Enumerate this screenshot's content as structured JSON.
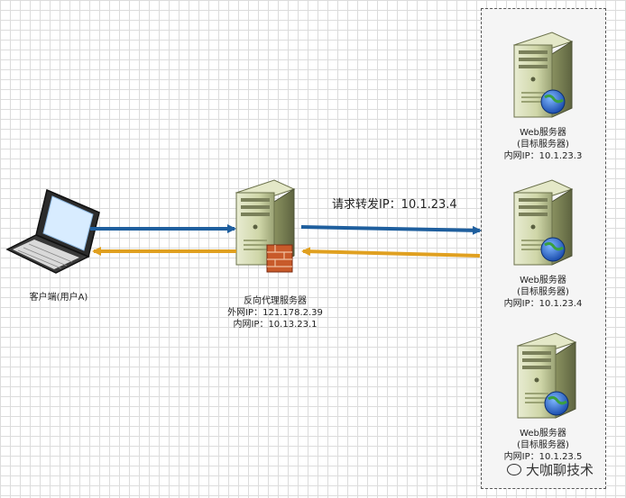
{
  "client": {
    "label": "客户端(用户A)"
  },
  "proxy": {
    "title": "反向代理服务器",
    "external_ip": "外网IP：121.178.2.39",
    "internal_ip": "内网IP：10.13.23.1"
  },
  "forward_label": "请求转发IP：10.1.23.4",
  "web_servers": [
    {
      "title": "Web服务器",
      "subtitle": "(目标服务器)",
      "ip": "内网IP：10.1.23.3"
    },
    {
      "title": "Web服务器",
      "subtitle": "(目标服务器)",
      "ip": "内网IP：10.1.23.4"
    },
    {
      "title": "Web服务器",
      "subtitle": "(目标服务器)",
      "ip": "内网IP：10.1.23.5"
    }
  ],
  "watermark": "大咖聊技术",
  "colors": {
    "request_arrow": "#1f5f9e",
    "response_arrow": "#e0a020"
  },
  "icons": [
    "laptop-icon",
    "server-firewall-icon",
    "web-server-icon"
  ]
}
